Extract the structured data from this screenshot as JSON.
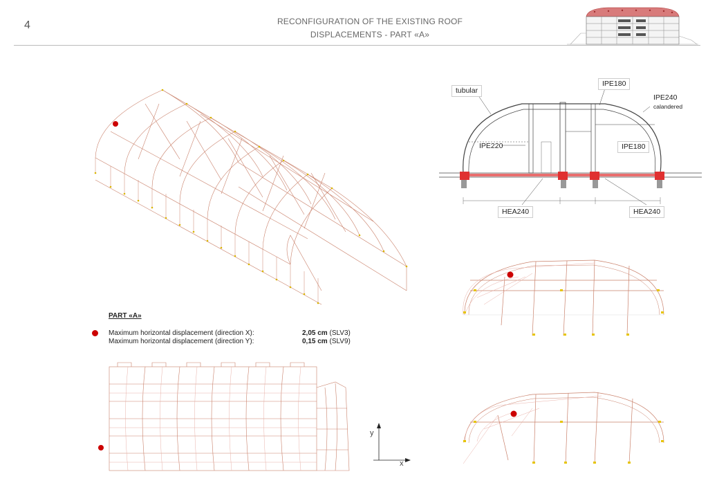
{
  "page": {
    "number": "4",
    "title_line1": "RECONFIGURATION OF THE EXISTING ROOF",
    "title_line2": "DISPLACEMENTS - PART «A»"
  },
  "section_labels": {
    "tubular": "tubular",
    "ipe180_top": "IPE180",
    "ipe240": "IPE240",
    "calandered": "calandered",
    "ipe220": "IPE220",
    "ipe180_right": "IPE180",
    "hea240_left": "HEA240",
    "hea240_right": "HEA240"
  },
  "results": {
    "part_title": "PART «A»",
    "rows": [
      {
        "label": "Maximum horizontal displacement (direction X):",
        "value": "2,05 cm",
        "combo": "(SLV3)"
      },
      {
        "label": "Maximum horizontal displacement (direction Y):",
        "value": "0,15 cm",
        "combo": "(SLV9)"
      }
    ]
  },
  "axes": {
    "y": "y",
    "x": "x"
  },
  "colors": {
    "marker": "#cc0000",
    "structure": "#c9806a",
    "nodes": "#d9b400",
    "deformed": "#e8b0a8"
  }
}
